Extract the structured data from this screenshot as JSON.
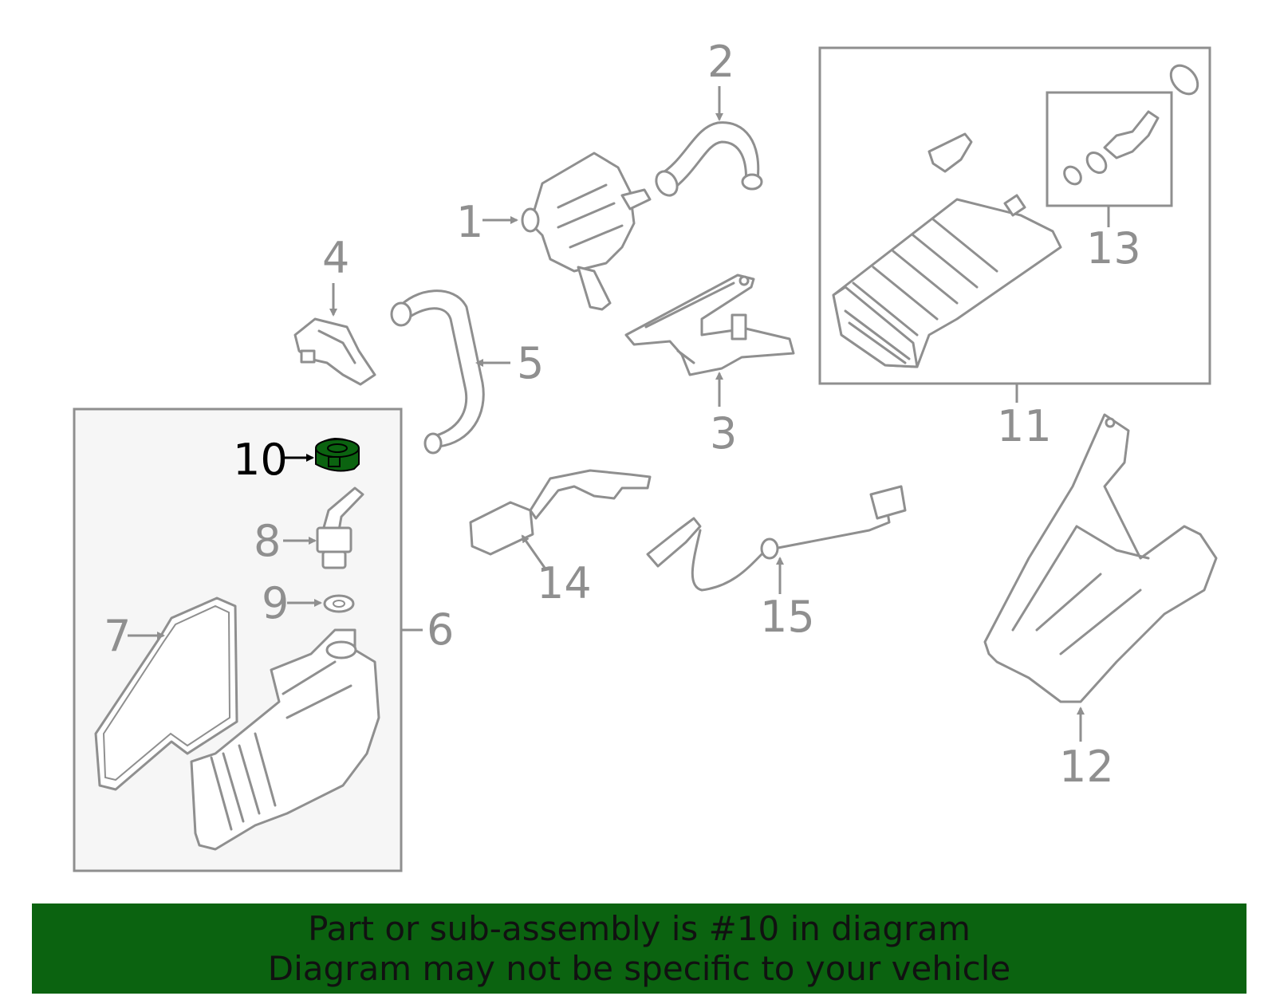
{
  "callouts": {
    "c1": "1",
    "c2": "2",
    "c3": "3",
    "c4": "4",
    "c5": "5",
    "c6": "6",
    "c7": "7",
    "c8": "8",
    "c9": "9",
    "c10": "10",
    "c11": "11",
    "c12": "12",
    "c13": "13",
    "c14": "14",
    "c15": "15"
  },
  "highlight": {
    "part_number": "10",
    "color": "#0b6310"
  },
  "banner": {
    "line1": "Part or sub-assembly is #10 in diagram",
    "line2": "Diagram may not be specific to your vehicle",
    "background": "#0b6310"
  },
  "colors": {
    "line": "#8f8f8f",
    "box_fill": "#f6f6f6",
    "highlight_outline": "#000000"
  }
}
